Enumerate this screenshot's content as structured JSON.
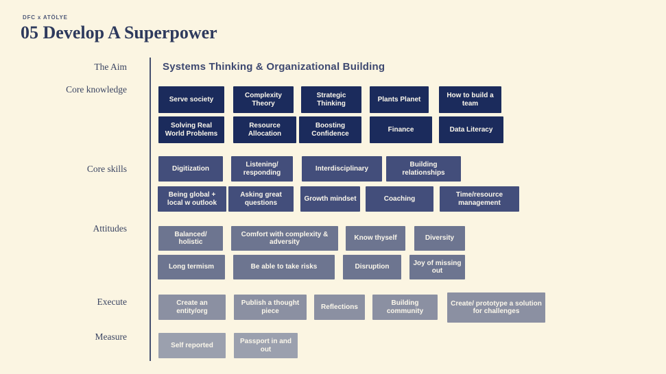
{
  "header": {
    "eyebrow": "DFC x ATÖLYE",
    "title": "05 Develop A Superpower"
  },
  "row_labels": {
    "aim": "The Aim",
    "core_knowledge": "Core knowledge",
    "core_skills": "Core skills",
    "attitudes": "Attitudes",
    "execute": "Execute",
    "measure": "Measure"
  },
  "aim_statement": "Systems Thinking & Organizational Building",
  "colors": {
    "background": "#fbf5e2",
    "title_navy": "#2e3a5d",
    "core_knowledge_box": "#1b2b5c",
    "core_skills_box": "#434e7b",
    "attitudes_box": "#6d7590",
    "execute_box": "#8b90a2",
    "measure_box": "#9ba0ae",
    "box_text": "#fbf7eb"
  },
  "boxes": {
    "core_knowledge": [
      [
        "Serve society",
        "Complexity Theory",
        "Strategic Thinking",
        "Plants Planet",
        "How to build a team"
      ],
      [
        "Solving Real World Problems",
        "Resource Allocation",
        "Boosting Confidence",
        "Finance",
        "Data Literacy"
      ]
    ],
    "core_skills": [
      [
        "Digitization",
        "Listening/ responding",
        "Interdisciplinary",
        "Building relationships"
      ],
      [
        "Being global + local w outlook",
        "Asking great questions",
        "Growth mindset",
        "Coaching",
        "Time/resource management"
      ]
    ],
    "attitudes": [
      [
        "Balanced/ holistic",
        "Comfort with complexity & adversity",
        "Know thyself",
        "Diversity"
      ],
      [
        "Long termism",
        "Be able to take risks",
        "Disruption",
        "Joy of missing out"
      ]
    ],
    "execute": [
      [
        "Create an entity/org",
        "Publish a thought piece",
        "Reflections",
        "Building community",
        "Create/ prototype a solution for challenges"
      ]
    ],
    "measure": [
      [
        "Self reported",
        "Passport in and out"
      ]
    ]
  }
}
